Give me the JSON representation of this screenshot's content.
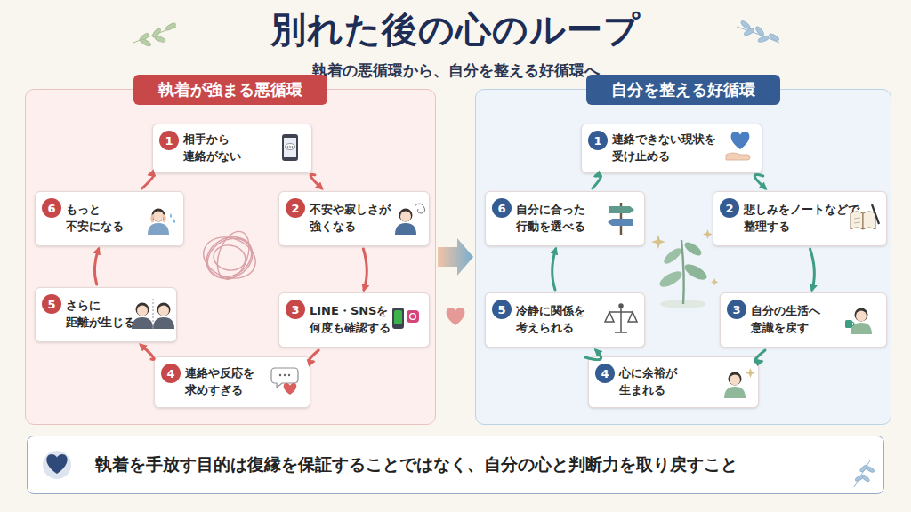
{
  "diagram": {
    "title": "別れた後の心のループ",
    "nodes": [
      {
        "text": [
          "執着が強まる悪循環"
        ]
      },
      {
        "text": [
          "1",
          "相手から 連絡がない"
        ],
        "in": 0
      },
      {
        "text": [
          "2",
          "不安や寂しさが 強くなる"
        ],
        "in": 0
      },
      {
        "text": [
          "3",
          "LINE・SNSを 何度も確認する"
        ],
        "in": 0
      },
      {
        "text": [
          "4",
          "連絡や反応を 求めすぎる"
        ],
        "in": 0
      },
      {
        "text": [
          "5",
          "さらに 距離が生じる"
        ],
        "in": 0
      },
      {
        "text": [
          "6",
          "もっと 不安になる"
        ],
        "in": 0
      },
      {
        "text": [
          "自分を整える好循環"
        ]
      },
      {
        "text": [
          "1",
          "連絡できない現状を 受け止める"
        ],
        "in": 7
      },
      {
        "text": [
          "2",
          "悲しみをノートなどで 整理する"
        ],
        "in": 7
      },
      {
        "text": [
          "3",
          "自分の生活へ 意識を戻す"
        ],
        "in": 7
      },
      {
        "text": [
          "4",
          "心に余裕が 生まれる"
        ],
        "in": 7
      },
      {
        "text": [
          "5",
          "冷静に関係を 考えられる"
        ],
        "in": 7
      },
      {
        "text": [
          "6",
          "自分に合った 行動を選べる"
        ],
        "in": 7
      },
      {
        "text": [
          "執着を手放す目的は復縁を保証することではなく、自分の心と判断力を取り戻すこと"
        ]
      }
    ],
    "edges": [
      {
        "from": 1,
        "to": 2,
        "arrow": "to"
      },
      {
        "from": 2,
        "to": 3,
        "arrow": "to"
      },
      {
        "from": 3,
        "to": 4,
        "arrow": "to"
      },
      {
        "from": 4,
        "to": 5,
        "arrow": "to"
      },
      {
        "from": 5,
        "to": 6,
        "arrow": "to"
      },
      {
        "from": 6,
        "to": 1,
        "arrow": "to"
      },
      {
        "from": 0,
        "to": 7,
        "arrow": "to"
      },
      {
        "from": 8,
        "to": 9,
        "arrow": "to"
      },
      {
        "from": 9,
        "to": 10,
        "arrow": "to"
      },
      {
        "from": 10,
        "to": 11,
        "arrow": "to"
      },
      {
        "from": 11,
        "to": 12,
        "arrow": "to"
      },
      {
        "from": 12,
        "to": 13,
        "arrow": "to"
      },
      {
        "from": 13,
        "to": 8,
        "arrow": "to"
      }
    ],
    "labels": [
      "執着の悪循環から、自分を整える好循環へ"
    ]
  }
}
